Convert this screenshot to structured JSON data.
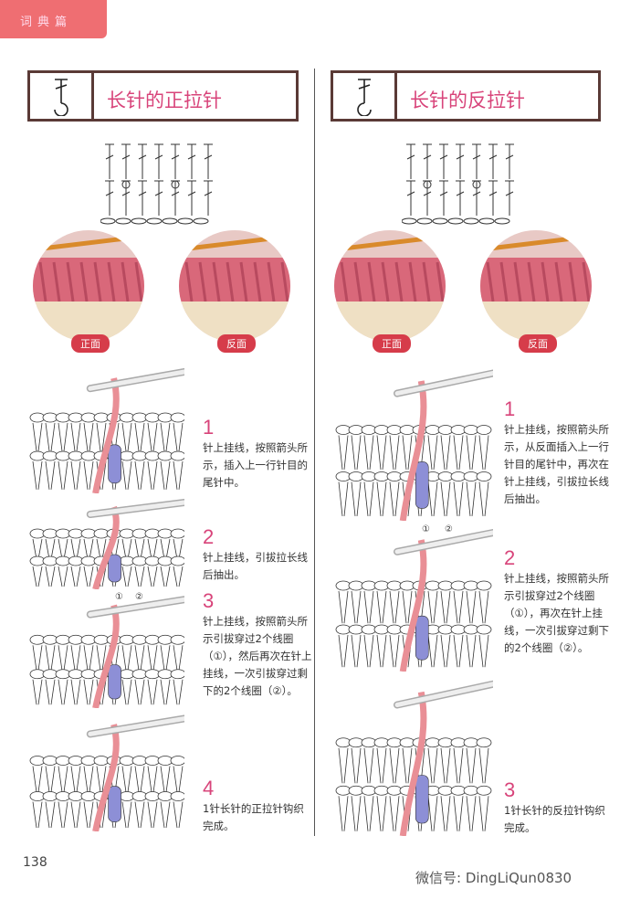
{
  "section_tab": "词典篇",
  "left": {
    "title": "长针的正拉针",
    "photo_labels": [
      "正面",
      "反面"
    ],
    "steps": [
      {
        "num": "1",
        "text": "针上挂线，按照箭头所示，插入上一行针目的尾针中。"
      },
      {
        "num": "2",
        "text": "针上挂线，引拔拉长线后抽出。"
      },
      {
        "num": "3",
        "text": "针上挂线，按照箭头所示引拔穿过2个线圈（①），然后再次在针上挂线，一次引拔穿过剩下的2个线圈（②）。"
      },
      {
        "num": "4",
        "text": "1针长针的正拉针钩织完成。"
      }
    ],
    "markers": [
      "①",
      "②"
    ]
  },
  "right": {
    "title": "长针的反拉针",
    "photo_labels": [
      "正面",
      "反面"
    ],
    "steps": [
      {
        "num": "1",
        "text": "针上挂线，按照箭头所示，从反面插入上一行针目的尾针中，再次在针上挂线，引拔拉长线后抽出。"
      },
      {
        "num": "2",
        "text": "针上挂线，按照箭头所示引拔穿过2个线圈（①），再次在针上挂线，一次引拔穿过剩下的2个线圈（②）。"
      },
      {
        "num": "3",
        "text": "1针长针的反拉针钩织完成。"
      }
    ],
    "markers": [
      "①",
      "②"
    ]
  },
  "page_number": "138",
  "watermark": "微信号: DingLiQun0830",
  "colors": {
    "accent": "#d8447a",
    "tab": "#ef6e72",
    "frame": "#5a3a36",
    "yarn_pink": "#e98f96",
    "yarn_blue": "#8d8fd6"
  }
}
